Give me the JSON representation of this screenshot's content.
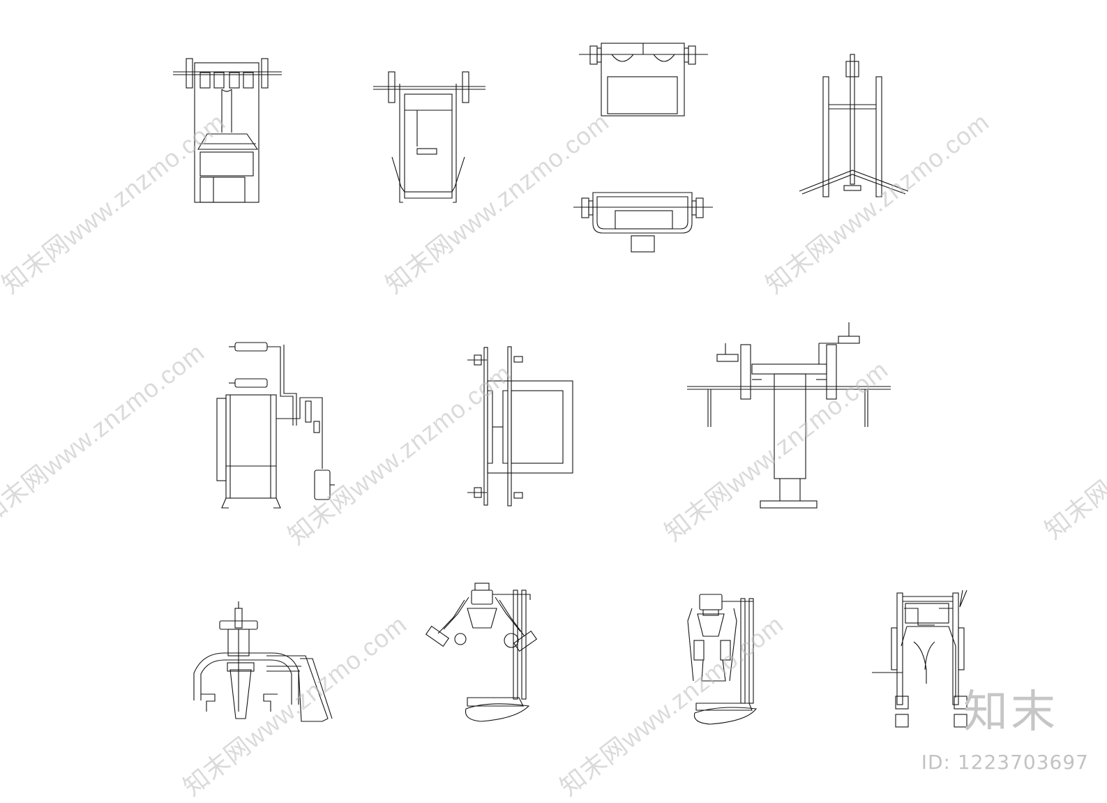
{
  "watermark": {
    "text": "知末网www.znzmo.com"
  },
  "brand": {
    "logo_text": "知末",
    "image_id": "ID: 1223703697"
  },
  "colors": {
    "line": "#111111",
    "background": "#ffffff",
    "watermark": "#bdbdbd"
  },
  "drawings": [
    {
      "id": "machine-1",
      "view": "top"
    },
    {
      "id": "machine-2",
      "view": "top"
    },
    {
      "id": "machine-3",
      "view": "top"
    },
    {
      "id": "machine-4",
      "view": "top"
    },
    {
      "id": "machine-5",
      "view": "side"
    },
    {
      "id": "machine-6",
      "view": "side"
    },
    {
      "id": "machine-7",
      "view": "front"
    },
    {
      "id": "machine-8",
      "view": "perspective"
    },
    {
      "id": "machine-9",
      "view": "perspective"
    },
    {
      "id": "machine-10",
      "view": "perspective"
    },
    {
      "id": "machine-11",
      "view": "perspective"
    }
  ]
}
